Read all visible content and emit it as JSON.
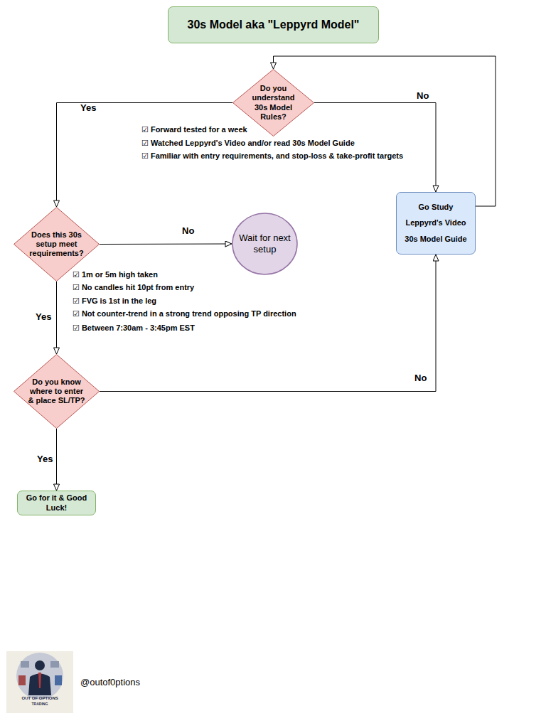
{
  "diagram": {
    "title": "30s Model aka \"Leppyrd Model\"",
    "nodes": [
      {
        "text": [
          "Do you understand 30s Model Rules?"
        ]
      },
      {
        "text": [
          "Go Study",
          "Leppyrd's Video",
          "30s Model Guide"
        ]
      },
      {
        "text": [
          "Does this 30s setup meet requirements?"
        ]
      },
      {
        "text": [
          "Wait for next setup"
        ]
      },
      {
        "text": [
          "Do you know where to enter & place SL/TP?"
        ]
      },
      {
        "text": [
          "Go for it & Good Luck!"
        ]
      }
    ],
    "edges": [
      {
        "from": 0,
        "to": 2,
        "label": "Yes",
        "arrow": "to"
      },
      {
        "from": 0,
        "to": 1,
        "label": "No",
        "arrow": "to"
      },
      {
        "from": 1,
        "to": 0,
        "arrow": "to"
      },
      {
        "from": 2,
        "to": 3,
        "label": "No",
        "arrow": "to"
      },
      {
        "from": 2,
        "to": 4,
        "label": "Yes",
        "arrow": "to"
      },
      {
        "from": 4,
        "to": 1,
        "label": "No",
        "arrow": "to"
      },
      {
        "from": 4,
        "to": 5,
        "label": "Yes",
        "arrow": "to"
      }
    ],
    "labels": [
      "☑ Forward tested for a week",
      "☑ Watched Leppyrd's Video and/or read 30s Model Guide",
      "☑ Familiar with entry requirements, and stop-loss & take-profit targets",
      "☑ 1m or 5m high taken",
      "☑ No candles hit 10pt from entry",
      "☑ FVG is 1st in the leg",
      "☑ Not counter-trend in a strong trend opposing TP direction",
      "☑ Between 7:30am - 3:45pm EST",
      "OUT OF OPTIONS",
      "TRADING",
      "@outof0ptions"
    ]
  }
}
